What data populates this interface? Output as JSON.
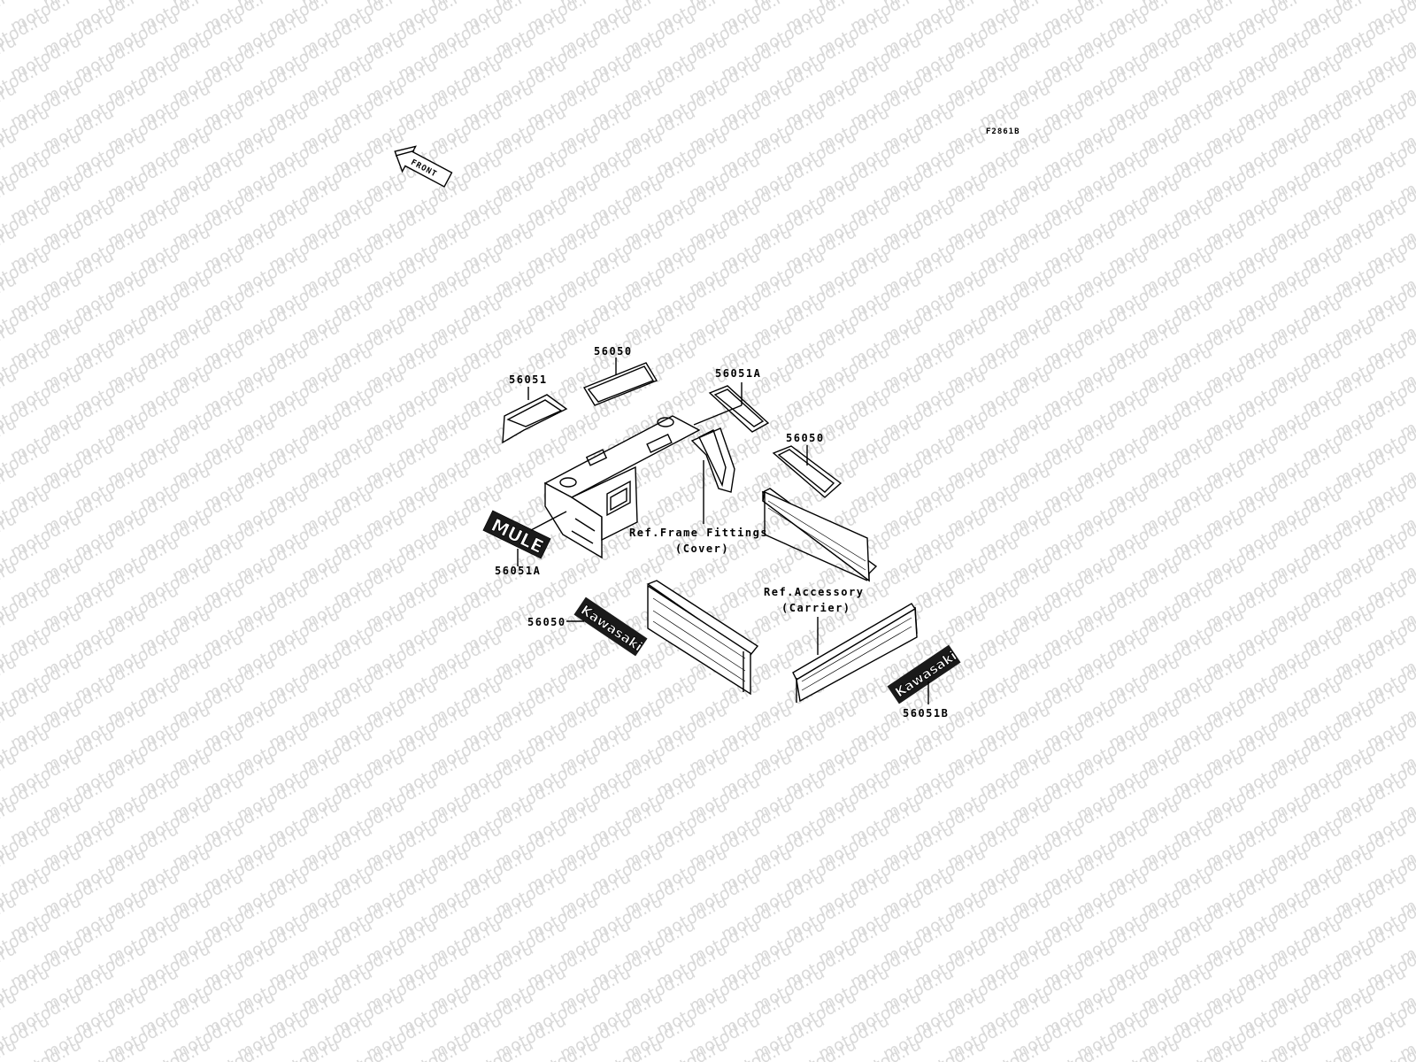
{
  "watermark": "motod.ru",
  "figure_code": "F2861B",
  "front_arrow": "FRONT",
  "callouts": [
    {
      "id": "c1",
      "text": "56051"
    },
    {
      "id": "c2",
      "text": "56050"
    },
    {
      "id": "c3",
      "text": "56051A"
    },
    {
      "id": "c4",
      "text": "56050"
    },
    {
      "id": "c5",
      "text": "56051A"
    },
    {
      "id": "c6",
      "text": "56050"
    },
    {
      "id": "c7",
      "text": "56051B"
    }
  ],
  "references": {
    "frame": {
      "line1": "Ref.Frame Fittings",
      "line2": "(Cover)"
    },
    "accessory": {
      "line1": "Ref.Accessory",
      "line2": "(Carrier)"
    }
  },
  "decals": {
    "mule": "MULE",
    "kawasaki_left": "Kawasaki",
    "kawasaki_right": "Kawasaki"
  }
}
